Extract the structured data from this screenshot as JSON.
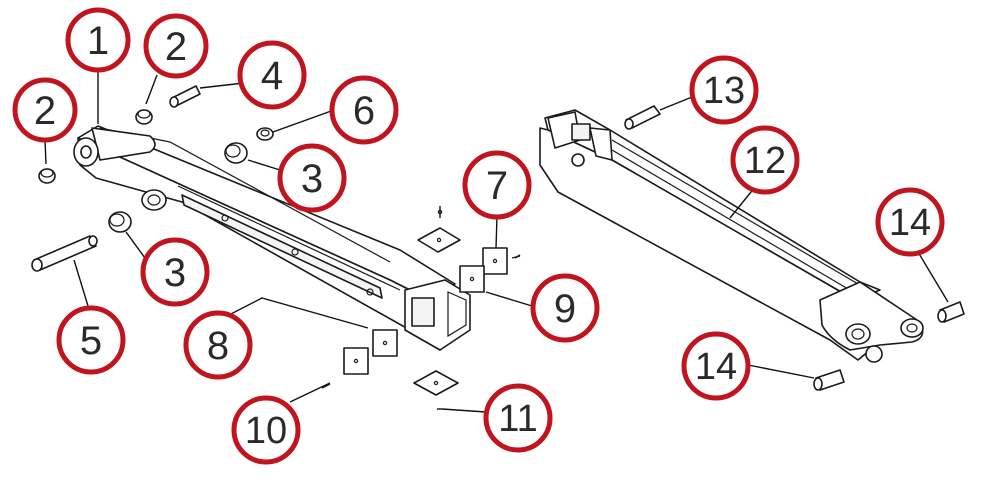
{
  "callouts": [
    {
      "id": "c1",
      "label": "1"
    },
    {
      "id": "c2a",
      "label": "2"
    },
    {
      "id": "c2b",
      "label": "2"
    },
    {
      "id": "c3a",
      "label": "3"
    },
    {
      "id": "c3b",
      "label": "3"
    },
    {
      "id": "c4",
      "label": "4"
    },
    {
      "id": "c5",
      "label": "5"
    },
    {
      "id": "c6",
      "label": "6"
    },
    {
      "id": "c7",
      "label": "7"
    },
    {
      "id": "c8",
      "label": "8"
    },
    {
      "id": "c9",
      "label": "9"
    },
    {
      "id": "c10",
      "label": "10"
    },
    {
      "id": "c11",
      "label": "11"
    },
    {
      "id": "c12",
      "label": "12"
    },
    {
      "id": "c13",
      "label": "13"
    },
    {
      "id": "c14a",
      "label": "14"
    },
    {
      "id": "c14b",
      "label": "14"
    }
  ],
  "colors": {
    "callout_ring": "#c0141e",
    "line": "#1a1a1a",
    "background": "#ffffff"
  }
}
